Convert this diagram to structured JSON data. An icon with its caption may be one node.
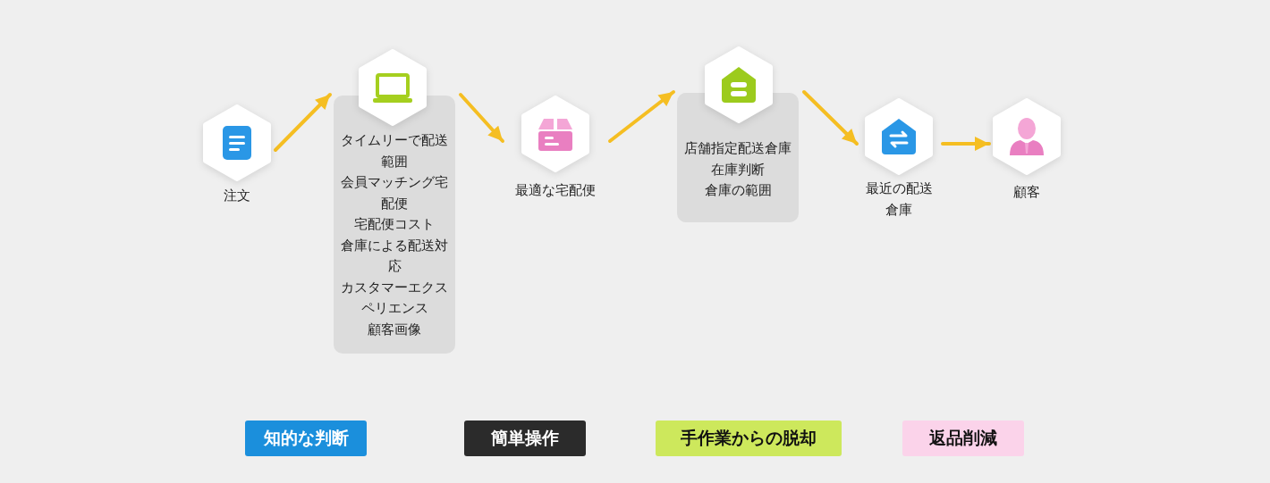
{
  "diagram": {
    "nodes": [
      {
        "text": [
          "注文"
        ]
      },
      {
        "text": [
          "タイムリーで配送範囲",
          "会員マッチング宅配便",
          "宅配便コスト",
          "倉庫による配送対応",
          "カスタマーエクスペリエンス",
          "顧客画像"
        ]
      },
      {
        "text": [
          "最適な宅配便"
        ]
      },
      {
        "text": [
          "店舗指定配送倉庫",
          "在庫判断",
          "倉庫の範囲"
        ]
      },
      {
        "text": [
          "最近の配送倉庫"
        ]
      },
      {
        "text": [
          "顧客"
        ]
      },
      {
        "text": [
          "知的な判断"
        ]
      },
      {
        "text": [
          "簡単操作"
        ]
      },
      {
        "text": [
          "手作業からの脱却"
        ]
      },
      {
        "text": [
          "返品削減"
        ]
      }
    ],
    "edges": [
      {
        "from": 0,
        "to": 1,
        "arrow": "to"
      },
      {
        "from": 1,
        "to": 2,
        "arrow": "to"
      },
      {
        "from": 2,
        "to": 3,
        "arrow": "to"
      },
      {
        "from": 3,
        "to": 4,
        "arrow": "to"
      },
      {
        "from": 4,
        "to": 5,
        "arrow": "to"
      }
    ]
  }
}
